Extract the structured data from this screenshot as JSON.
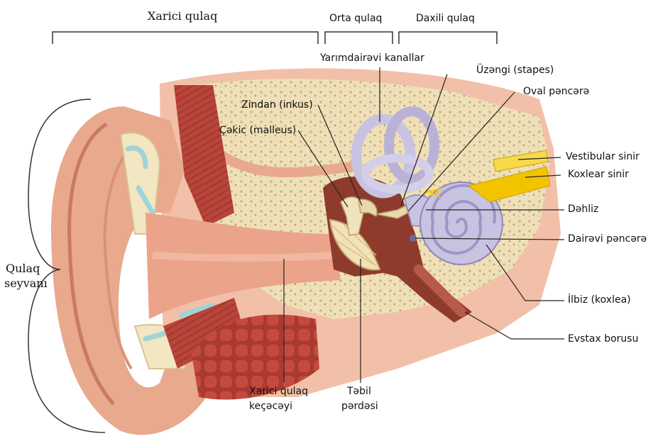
{
  "sections": {
    "outer": "Xarici qulaq",
    "middle": "Orta qulaq",
    "inner": "Daxili qulaq"
  },
  "labels": {
    "semicircular": "Yarımdairəvi kanallar",
    "stapes": "Üzəngi (stapes)",
    "oval_window": "Oval pəncərə",
    "incus": "Zindan (inkus)",
    "malleus": "Çəkic (malleus)",
    "vestibular_nerve": "Vestibular sinir",
    "cochlear_nerve": "Koxlear sinir",
    "vestibule": "Dəhliz",
    "round_window": "Dairəvi pəncərə",
    "cochlea": "İlbiz (koxlea)",
    "eustachian": "Evstax borusu",
    "pinna_1": "Qulaq",
    "pinna_2": "seyvanı",
    "canal_1": "Xarici qulaq",
    "canal_2": "keçəcəyi",
    "eardrum_1": "Təbil",
    "eardrum_2": "pərdəsi"
  },
  "colors": {
    "skin": "#e8a98c",
    "skin_dark": "#c97a62",
    "bone": "#efe0b8",
    "bone_spot": "#c9b68a",
    "muscle": "#b8453a",
    "cavity": "#8e3b2e",
    "labyrinth": "#c9c3e2",
    "nerve": "#f2c400"
  }
}
